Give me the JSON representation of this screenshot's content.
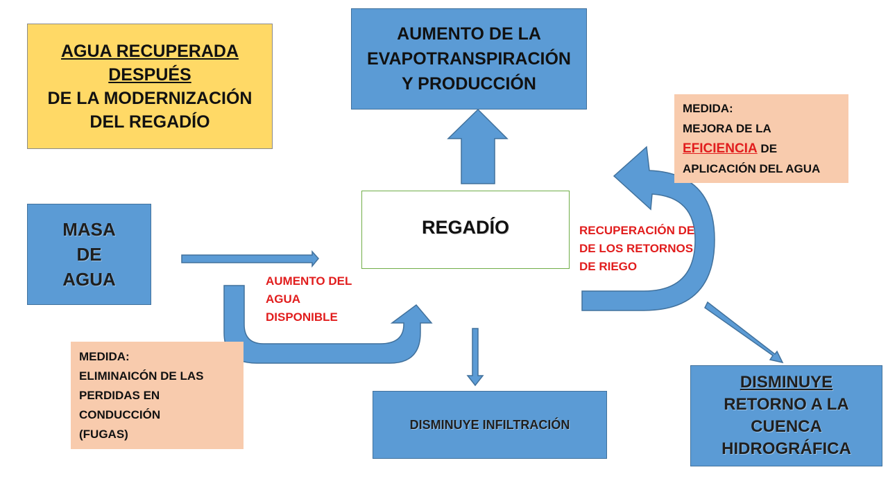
{
  "boxes": {
    "agua_recuperada": {
      "line1": "AGUA RECUPERADA",
      "line2": "DESPUÉS",
      "line3": "DE LA MODERNIZACIÓN",
      "line4": "DEL REGADÍO"
    },
    "aumento_evapo": {
      "line1": "AUMENTO DE LA",
      "line2": "EVAPOTRANSPIRACIÓN",
      "line3": "Y  PRODUCCIÓN"
    },
    "masa_agua": {
      "line1": "MASA",
      "line2": "DE",
      "line3": "AGUA"
    },
    "regadio": {
      "label": "REGADÍO"
    },
    "disminuye_infiltracion": {
      "label": "DISMINUYE INFILTRACIÓN"
    },
    "disminuye_retorno": {
      "line1": "DISMINUYE",
      "line2": "RETORNO A LA",
      "line3": "CUENCA",
      "line4": "HIDROGRÁFICA"
    }
  },
  "notes": {
    "medida_eficiencia": {
      "line1": "MEDIDA:",
      "line2": "MEJORA DE LA",
      "highlight": "EFICIENCIA",
      "after_highlight": " DE",
      "line4": "APLICACIÓN DEL AGUA"
    },
    "medida_perdidas": {
      "line1": "MEDIDA:",
      "line2": "ELIMINAICÓN DE LAS",
      "line3": "PERDIDAS EN",
      "line4": "CONDUCCIÓN",
      "line5": "(FUGAS)"
    }
  },
  "labels": {
    "recuperacion": {
      "line1": "RECUPERACIÓN DE",
      "line2": "DE LOS RETORNOS",
      "line3": "DE RIEGO"
    },
    "aumento_agua": {
      "line1": "AUMENTO DEL",
      "line2": "AGUA",
      "line3": "DISPONIBLE"
    }
  },
  "colors": {
    "blue_fill": "#5b9bd5",
    "blue_border": "#41719c",
    "yellow_fill": "#ffd966",
    "peach_fill": "#f8cbad",
    "red_text": "#e11d1d",
    "green_border": "#70ad47"
  }
}
